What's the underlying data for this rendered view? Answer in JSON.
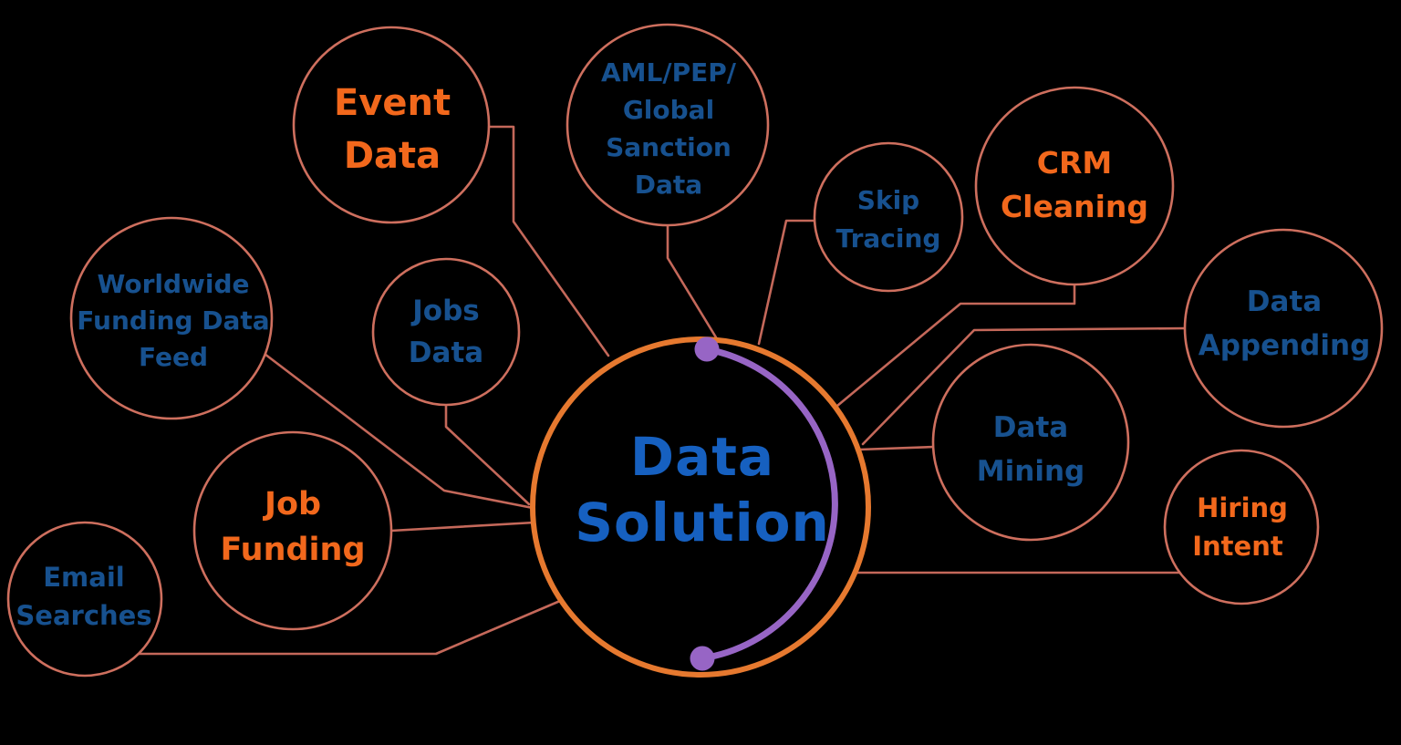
{
  "diagram": {
    "title": "Data Solution",
    "type": "hub-and-spoke mind map"
  },
  "colors": {
    "background": "#000000",
    "center_ring": "#E6792F",
    "arc_purple": "#9765C5",
    "node_stroke": "#CE6F5E",
    "connector": "#C4685A",
    "center_text": "#1660C0",
    "navy_text": "#17518F",
    "orange_text": "#F2681C"
  },
  "nodes": {
    "center": {
      "lines": [
        "Data",
        "Solution"
      ]
    },
    "event_data": {
      "lines": [
        "Event",
        "Data"
      ]
    },
    "aml": {
      "lines": [
        "AML/PEP/",
        "Global",
        "Sanction",
        "Data"
      ]
    },
    "skip_tracing": {
      "lines": [
        "Skip",
        "Tracing"
      ]
    },
    "crm_cleaning": {
      "lines": [
        "CRM",
        "Cleaning"
      ]
    },
    "data_appending": {
      "lines": [
        "Data",
        "Appending"
      ]
    },
    "data_mining": {
      "lines": [
        "Data",
        "Mining"
      ]
    },
    "hiring_intent": {
      "lines": [
        "Hiring",
        "Intent"
      ]
    },
    "worldwide_funding": {
      "lines": [
        "Worldwide",
        "Funding Data",
        "Feed"
      ]
    },
    "jobs_data": {
      "lines": [
        "Jobs",
        "Data"
      ]
    },
    "job_funding": {
      "lines": [
        "Job",
        "Funding"
      ]
    },
    "email_searches": {
      "lines": [
        "Email",
        "Searches"
      ]
    }
  }
}
